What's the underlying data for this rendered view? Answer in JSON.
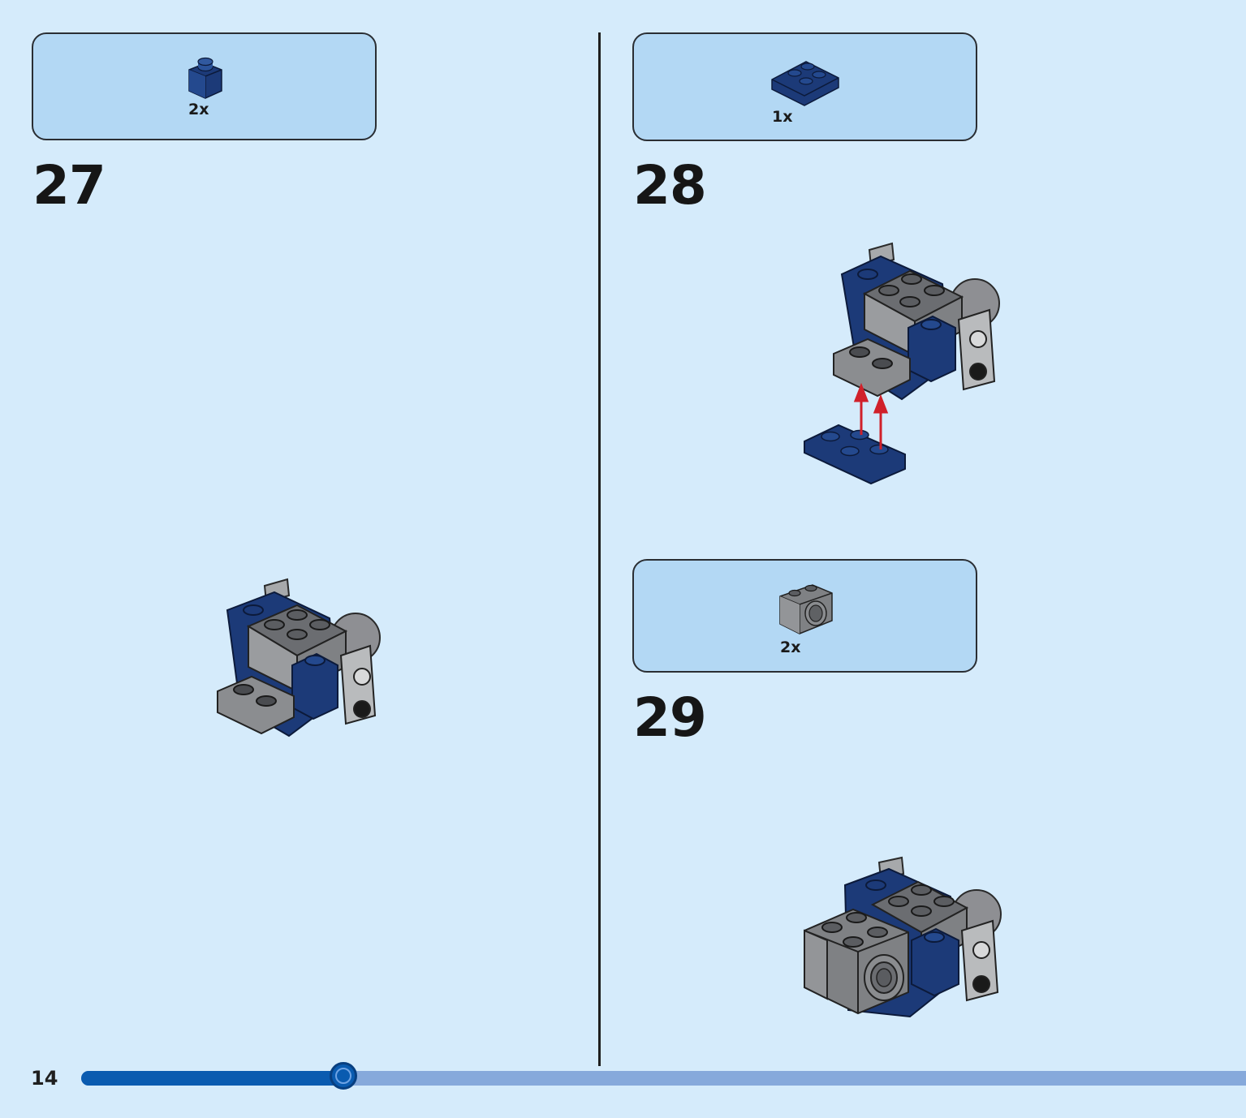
{
  "page": {
    "number": "14",
    "progress_fraction": 0.225
  },
  "colors": {
    "background": "#d5ebfb",
    "parts_box": "#b3d8f4",
    "dark_blue": "#1c3a78",
    "dark_gray": "#5a5c60",
    "light_gray": "#b9bbbd",
    "arrow": "#d0202a",
    "progress_fill": "#0a5bb0",
    "progress_track": "#86a9db"
  },
  "steps": [
    {
      "number": "27",
      "parts": [
        {
          "icon": "dark-blue-1x1-brick-icon",
          "quantity": "2x"
        }
      ]
    },
    {
      "number": "28",
      "parts": [
        {
          "icon": "dark-blue-inverted-slope-plate-icon",
          "quantity": "1x"
        }
      ]
    },
    {
      "number": "29",
      "parts": [
        {
          "icon": "gray-1x2-technic-brick-with-hole-icon",
          "quantity": "2x"
        }
      ]
    }
  ]
}
